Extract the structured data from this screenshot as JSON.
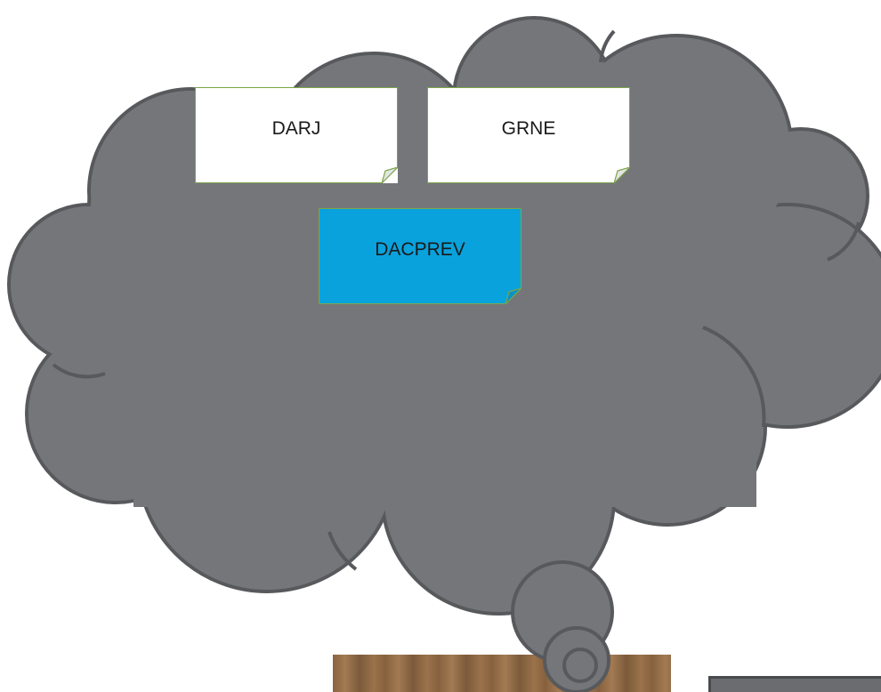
{
  "notes": {
    "note_1": "DARJ",
    "note_2": "GRNE",
    "note_3": "DACPREV"
  },
  "colors": {
    "cloud": "#75767a",
    "cloud_outline": "#58595c",
    "note_white": "#ffffff",
    "note_blue": "#0aa2dc",
    "note_border": "#7aa649"
  }
}
